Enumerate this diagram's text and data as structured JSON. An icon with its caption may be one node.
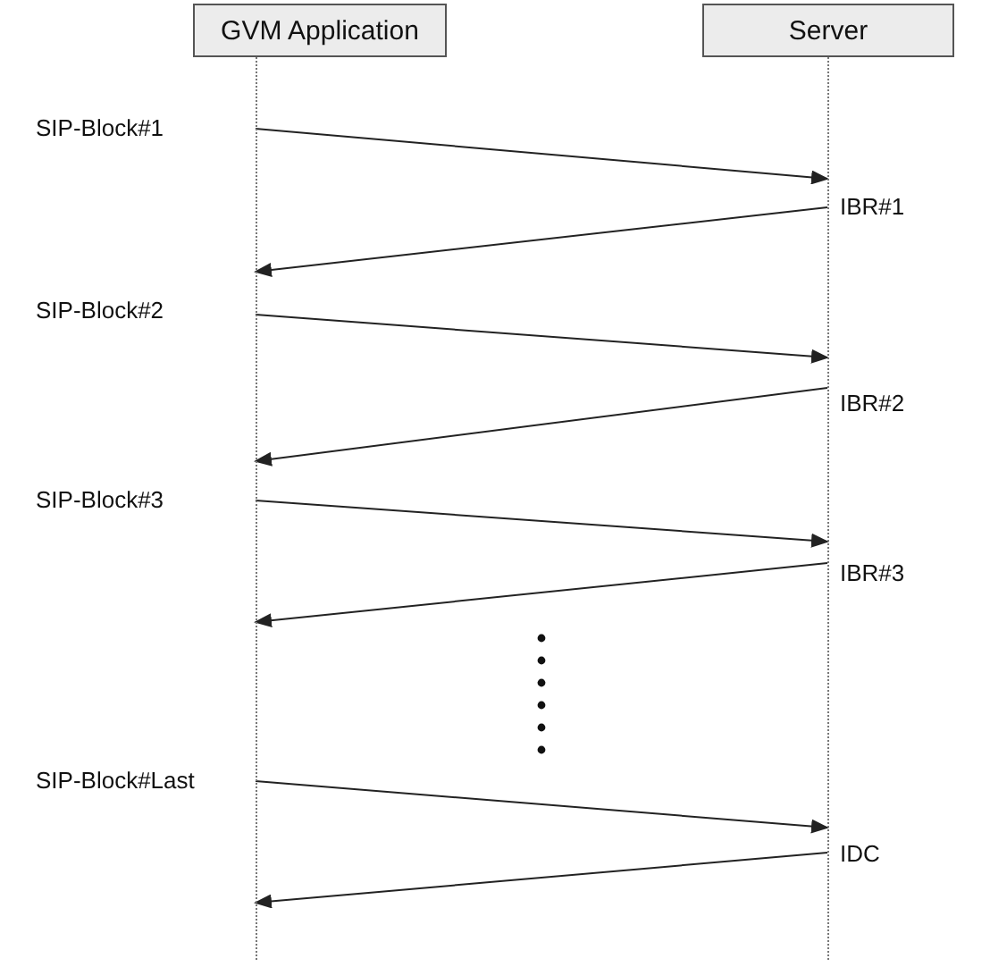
{
  "diagram": {
    "nodes": [
      {
        "text": [
          "GVM Application"
        ]
      },
      {
        "text": [
          "Server"
        ]
      }
    ],
    "edges": [
      {
        "from": 0,
        "to": 1,
        "arrow": "to",
        "label": "SIP-Block#1"
      },
      {
        "from": 1,
        "to": 0,
        "arrow": "to",
        "label": "IBR#1"
      },
      {
        "from": 0,
        "to": 1,
        "arrow": "to",
        "label": "SIP-Block#2"
      },
      {
        "from": 1,
        "to": 0,
        "arrow": "to",
        "label": "IBR#2"
      },
      {
        "from": 0,
        "to": 1,
        "arrow": "to",
        "label": "SIP-Block#3"
      },
      {
        "from": 1,
        "to": 0,
        "arrow": "to",
        "label": "IBR#3"
      },
      {
        "from": 0,
        "to": 1,
        "arrow": "to",
        "label": "SIP-Block#Last"
      },
      {
        "from": 1,
        "to": 0,
        "arrow": "to",
        "label": "IDC"
      }
    ]
  }
}
